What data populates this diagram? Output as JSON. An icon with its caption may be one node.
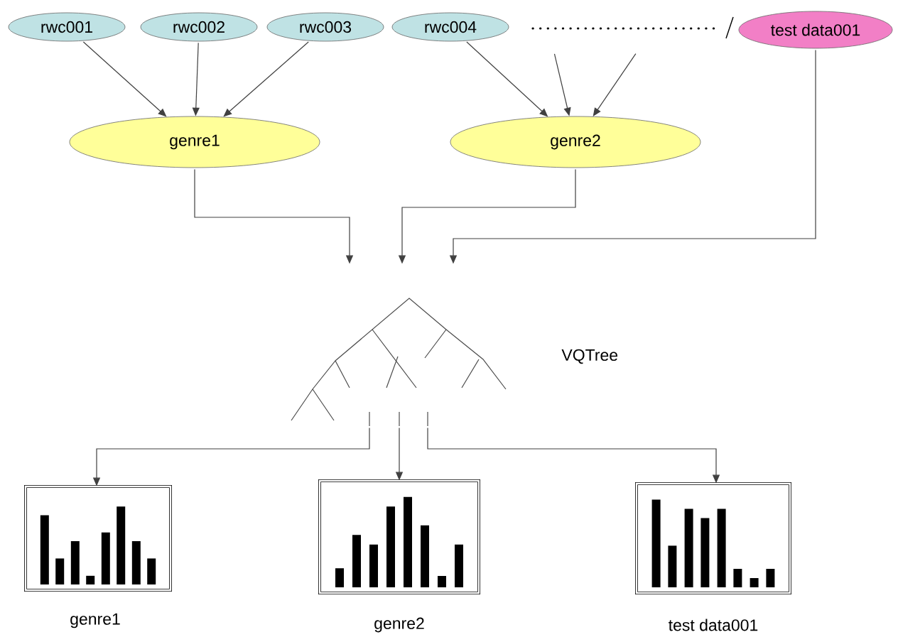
{
  "diagram": {
    "nodes": [
      {
        "text": [
          "rwc001"
        ]
      },
      {
        "text": [
          "rwc002"
        ]
      },
      {
        "text": [
          "rwc003"
        ]
      },
      {
        "text": [
          "rwc004"
        ]
      },
      {
        "text": [
          "test data001"
        ]
      },
      {
        "text": [
          "genre1"
        ]
      },
      {
        "text": [
          "genre2"
        ]
      },
      {
        "text": [],
        "shape": "picture",
        "beside": [
          "VQTree"
        ]
      },
      {
        "text": [],
        "shape": "picture",
        "beside": [
          "genre1"
        ]
      },
      {
        "text": [],
        "shape": "picture",
        "beside": [
          "genre2"
        ]
      },
      {
        "text": [],
        "shape": "picture",
        "beside": [
          "test data001"
        ]
      }
    ],
    "edges": [
      {
        "from": 0,
        "to": 5,
        "arrow": "to"
      },
      {
        "from": 1,
        "to": 5,
        "arrow": "to"
      },
      {
        "from": 2,
        "to": 5,
        "arrow": "to"
      },
      {
        "from": 3,
        "to": 6,
        "arrow": "to"
      },
      {
        "from": null,
        "to": 6,
        "arrow": "to"
      },
      {
        "from": null,
        "to": 6,
        "arrow": "to"
      },
      {
        "from": 5,
        "to": 7,
        "arrow": "to"
      },
      {
        "from": 6,
        "to": 7,
        "arrow": "to"
      },
      {
        "from": 4,
        "to": 7,
        "arrow": "to"
      },
      {
        "from": 7,
        "to": 8,
        "arrow": "to"
      },
      {
        "from": 7,
        "to": 9,
        "arrow": "to"
      },
      {
        "from": 7,
        "to": 10,
        "arrow": "to"
      }
    ]
  }
}
